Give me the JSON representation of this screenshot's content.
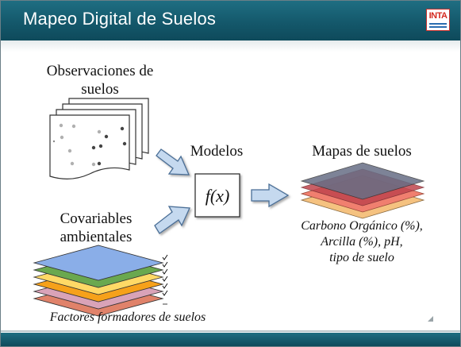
{
  "slide": {
    "title": "Mapeo Digital de Suelos",
    "logo_text": "INTA"
  },
  "diagram": {
    "observations_label_line1": "Observaciones de",
    "observations_label_line2": "suelos",
    "covariables_label_line1": "Covariables",
    "covariables_label_line2": "ambientales",
    "factors_caption": "Factores formadores de suelos",
    "models_label": "Modelos",
    "function_label": "f(x)",
    "maps_label": "Mapas de suelos",
    "maps_caption_line1": "Carbono Orgánico (%),",
    "maps_caption_line2": "Arcilla (%), pH,",
    "maps_caption_line3": "tipo de suelo"
  },
  "colors": {
    "header": "#14586b",
    "arrow_fill": "#c5d9ef",
    "arrow_stroke": "#4a6e96",
    "covariate_layers": [
      "#8aaee8",
      "#6aa84f",
      "#ffd966",
      "#f6a11a",
      "#d9a3b8",
      "#e0826a"
    ],
    "map_layers": [
      "#676e85",
      "#c0454d",
      "#f07f6f",
      "#f5c280"
    ]
  },
  "icons": [
    "checkmark-icon",
    "slide-corner-icon"
  ]
}
